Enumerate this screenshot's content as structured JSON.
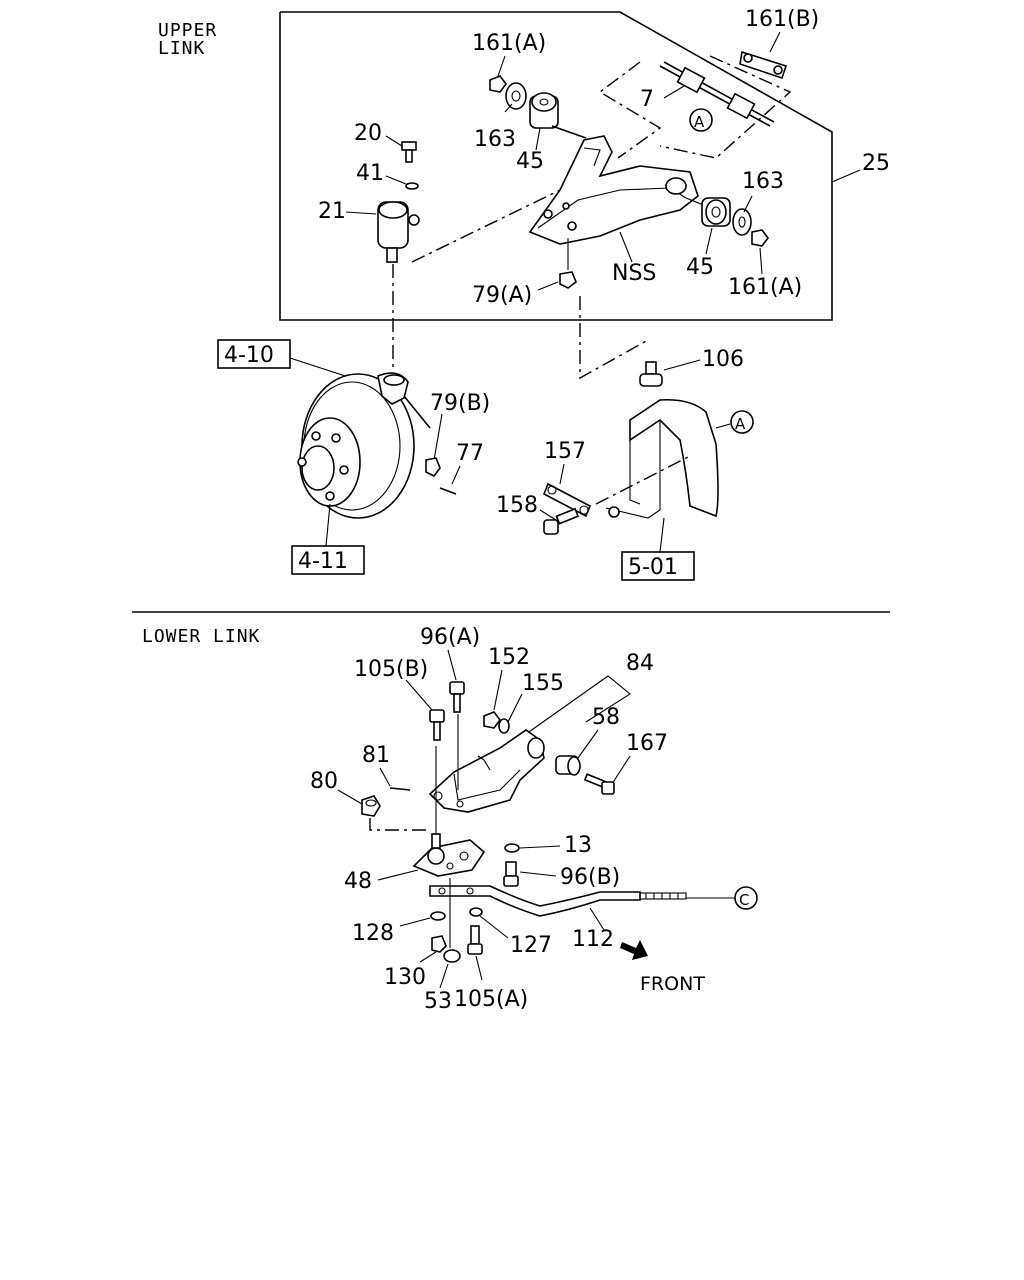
{
  "sections": {
    "upper_link_line1": "UPPER",
    "upper_link_line2": "LINK",
    "lower_link": "LOWER LINK"
  },
  "labels": {
    "l161b": "161(B)",
    "l161a_top": "161(A)",
    "l7": "7",
    "l20": "20",
    "l163_left": "163",
    "l45_left": "45",
    "l41": "41",
    "l21": "21",
    "l25": "25",
    "l163_right": "163",
    "l45_right": "45",
    "lNSS": "NSS",
    "l79a": "79(A)",
    "l161a_bot": "161(A)",
    "l106": "106",
    "l79b": "79(B)",
    "l77": "77",
    "l157": "157",
    "l158": "158",
    "l96a": "96(A)",
    "l152": "152",
    "l84": "84",
    "l105b": "105(B)",
    "l155": "155",
    "l58": "58",
    "l167": "167",
    "l81": "81",
    "l80": "80",
    "l13": "13",
    "l48": "48",
    "l96b": "96(B)",
    "l128": "128",
    "l127": "127",
    "l112": "112",
    "l130": "130",
    "l53": "53",
    "l105a": "105(A)",
    "front": "FRONT"
  },
  "refs": {
    "r410": "4-10",
    "r411": "4-11",
    "r501": "5-01",
    "circleA1": "A",
    "circleA2": "A",
    "circleC": "C"
  }
}
